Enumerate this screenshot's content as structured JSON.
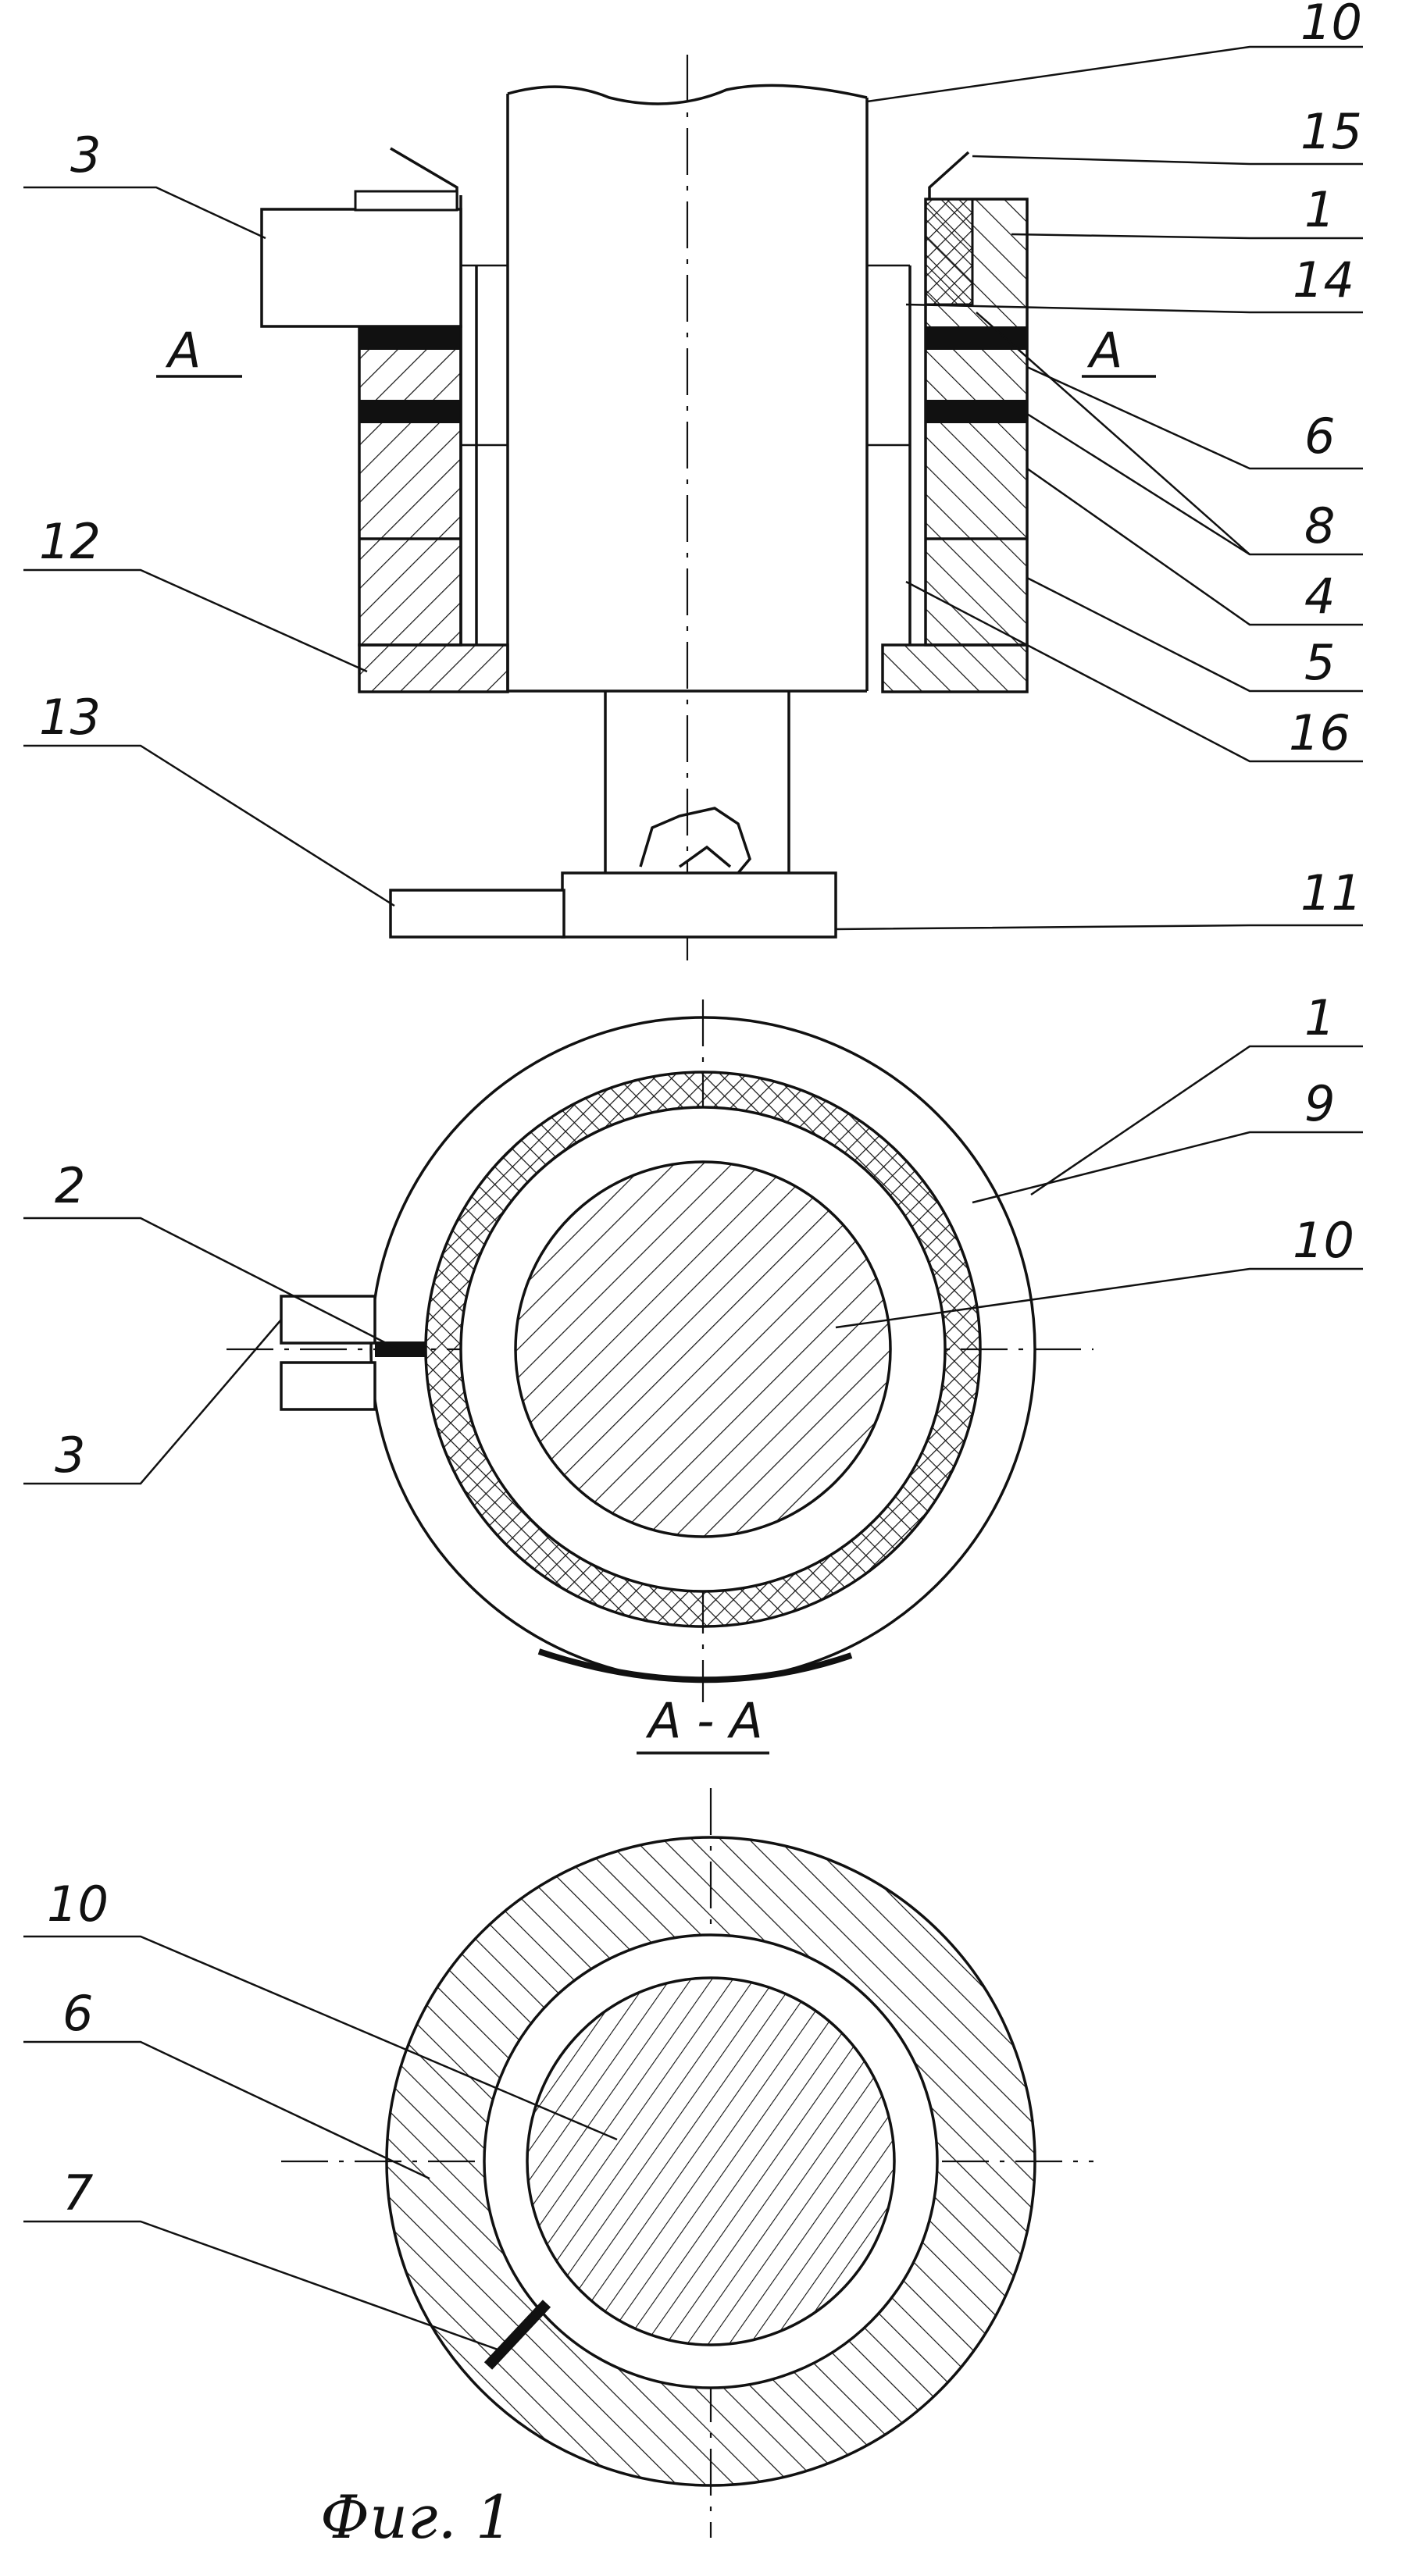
{
  "figure": {
    "caption": "Фиг. 1",
    "section_mark": "А",
    "section_title": "А - А",
    "labels": {
      "l1": "1",
      "l2": "2",
      "l3": "3",
      "l4": "4",
      "l5": "5",
      "l6": "6",
      "l7": "7",
      "l8": "8",
      "l9": "9",
      "l10": "10",
      "l11": "11",
      "l12": "12",
      "l13": "13",
      "l14": "14",
      "l15": "15",
      "l16": "16"
    }
  }
}
